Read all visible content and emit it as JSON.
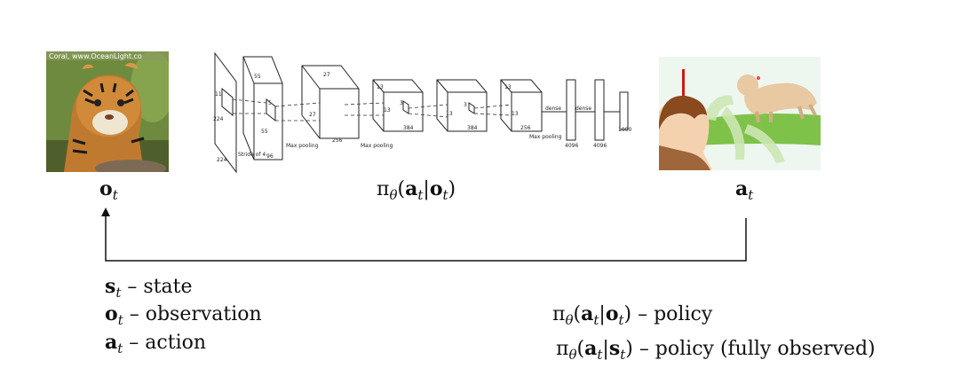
{
  "tiger_watermark": "Coral, www.OceanLight.co",
  "labels": {
    "obs_symbol": "o",
    "action_symbol": "a",
    "subscript": "t",
    "policy": {
      "pi": "π",
      "theta": "θ",
      "open": "(",
      "a": "a",
      "bar": "|",
      "o": "o",
      "close": ")"
    }
  },
  "legend": {
    "state": {
      "symbol": "s",
      "sub": "t",
      "text": "– state"
    },
    "obs": {
      "symbol": "o",
      "sub": "t",
      "text": "– observation"
    },
    "action": {
      "symbol": "a",
      "sub": "t",
      "text": "– action"
    }
  },
  "policies": {
    "policy1": {
      "pi": "π",
      "theta": "θ",
      "a": "a",
      "o": "o",
      "sub": "t",
      "text": "– policy"
    },
    "policy2": {
      "pi": "π",
      "theta": "θ",
      "a": "a",
      "s": "s",
      "sub": "t",
      "text": "– policy (fully observed)"
    }
  },
  "network": {
    "dims": [
      "11",
      "224",
      "224",
      "5",
      "55",
      "55",
      "96",
      "27",
      "27",
      "256",
      "3",
      "13",
      "13",
      "384",
      "3",
      "13",
      "384",
      "13",
      "13",
      "256",
      "4096",
      "4096",
      "1000"
    ],
    "notes": [
      "Stride of 4",
      "Max pooling",
      "Max pooling",
      "Max pooling",
      "dense",
      "dense"
    ]
  }
}
